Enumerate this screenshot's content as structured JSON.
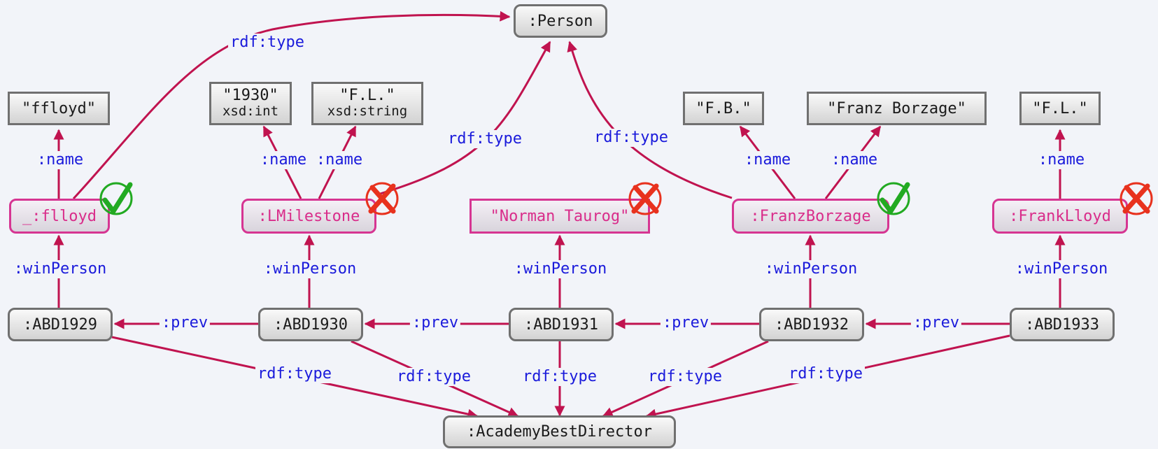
{
  "nodes": {
    "person": ":Person",
    "ffloyd_lit": "\"ffloyd\"",
    "y1930_value": "\"1930\"",
    "y1930_type": "xsd:int",
    "fl_str_value": "\"F.L.\"",
    "fl_str_type": "xsd:string",
    "fb_lit": "\"F.B.\"",
    "franz_lit": "\"Franz Borzage\"",
    "fl_lit": "\"F.L.\"",
    "flloyd": "_:flloyd",
    "lmilestone": ":LMilestone",
    "taurog": "\"Norman Taurog\"",
    "franzborzage": ":FranzBorzage",
    "franklloyd": ":FrankLloyd",
    "abd1929": ":ABD1929",
    "abd1930": ":ABD1930",
    "abd1931": ":ABD1931",
    "abd1932": ":ABD1932",
    "abd1933": ":ABD1933",
    "academy": ":AcademyBestDirector"
  },
  "edge_labels": {
    "rdf_type": "rdf:type",
    "name": ":name",
    "win_person": ":winPerson",
    "prev": ":prev"
  },
  "marks": {
    "flloyd": "check",
    "lmilestone": "cross",
    "taurog": "cross",
    "franzborzage": "check",
    "franklloyd": "cross"
  },
  "colors": {
    "edge": "#c0134f",
    "edge_label": "#1a1adb",
    "highlight_border": "#d63592",
    "highlight_text": "#d92c8a",
    "check": "#22aa22",
    "cross": "#e8321e"
  }
}
